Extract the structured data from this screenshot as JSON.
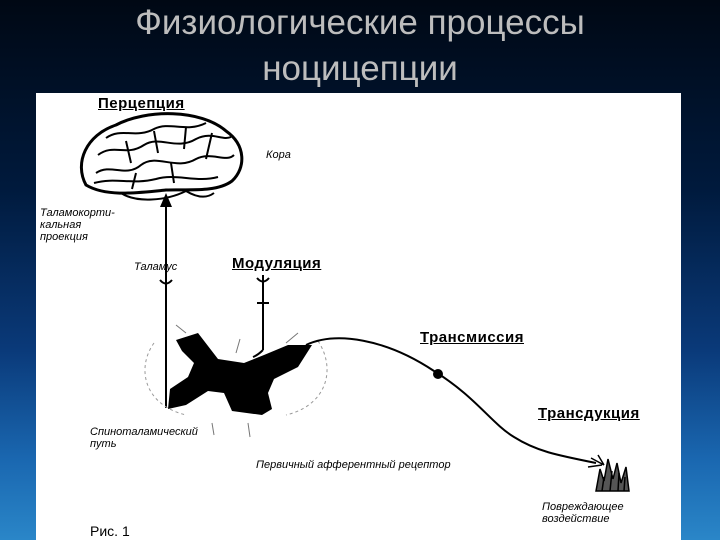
{
  "slide": {
    "title_line1": "Физиологические процессы",
    "title_line2": "ноцицепции"
  },
  "figure": {
    "perception": "Перцепция",
    "cortex": "Кора",
    "thalamocortical_line1": "Таламокорти-",
    "thalamocortical_line2": "кальная",
    "thalamocortical_line3": "проекция",
    "thalamus": "Таламус",
    "modulation": "Модуляция",
    "transmission": "Трансмиссия",
    "transduction": "Трансдукция",
    "spinothalamic_line1": "Спиноталамический",
    "spinothalamic_line2": "путь",
    "receptor": "Первичный афферентный рецептор",
    "damage_line1": "Повреждающее",
    "damage_line2": "воздействие",
    "caption": "Рис. 1"
  },
  "colors": {
    "background_top": "#000814",
    "background_bottom": "#2a86c8",
    "title_text": "#bdbdbd",
    "panel": "#ffffff",
    "ink": "#000000"
  }
}
